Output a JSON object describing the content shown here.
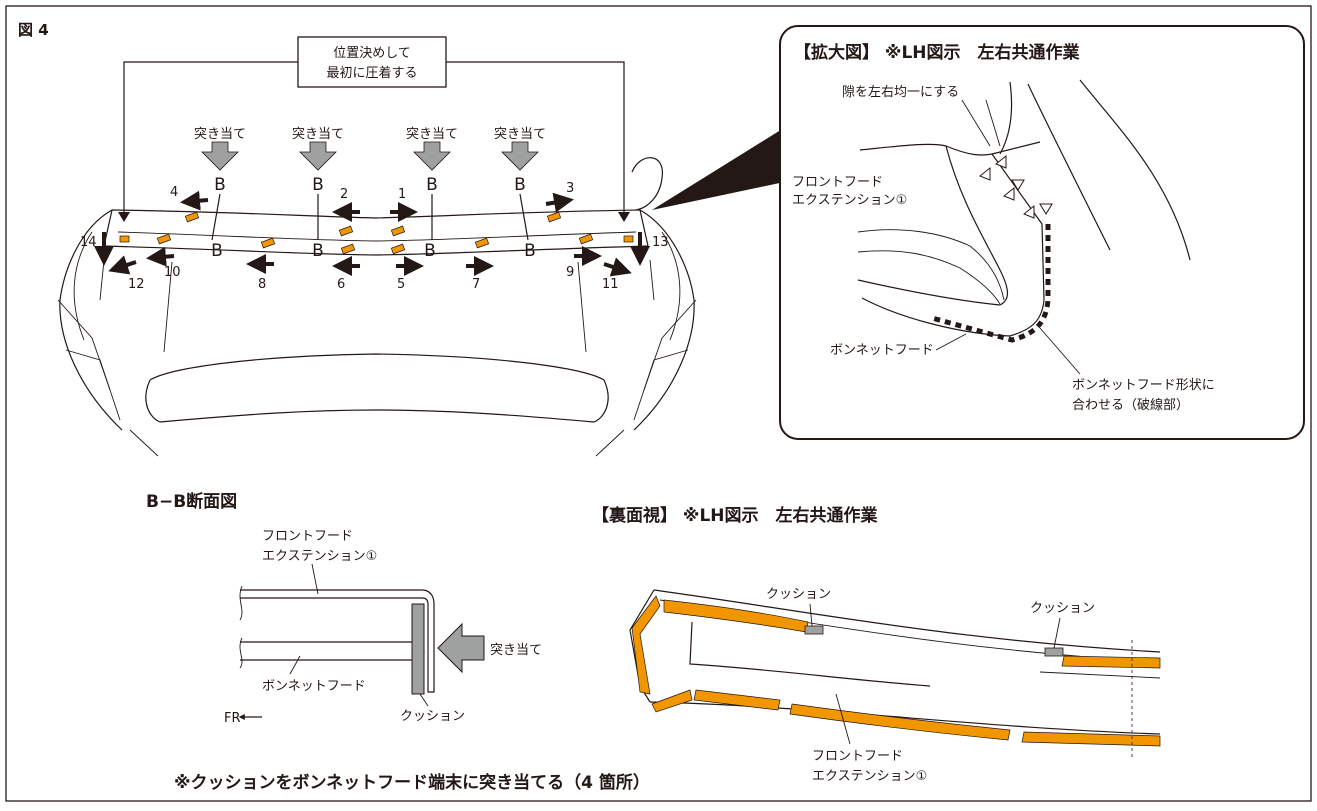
{
  "figure_label": "図 4",
  "callout": {
    "line1": "位置決めして",
    "line2": "最初に圧着する"
  },
  "push_label": "突き当て",
  "section_letter": "B",
  "arrow_numbers": [
    "1",
    "2",
    "3",
    "4",
    "5",
    "6",
    "7",
    "8",
    "9",
    "10",
    "11",
    "12",
    "13",
    "14"
  ],
  "zoom": {
    "title": "【拡大図】 ※LH図示　左右共通作業",
    "gap_note": "隙を左右均一にする",
    "part_line1": "フロントフード",
    "part_line2": "エクステンション①",
    "bonnet": "ボンネットフード",
    "match_line1": "ボンネットフード形状に",
    "match_line2": "合わせる（破線部）"
  },
  "section": {
    "title": "B−B断面図",
    "part_line1": "フロントフード",
    "part_line2": "エクステンション①",
    "bonnet": "ボンネットフード",
    "cushion": "クッション",
    "push": "突き当て",
    "fr": "FR"
  },
  "rear": {
    "title": "【裏面視】 ※LH図示　左右共通作業",
    "cushion_left": "クッション",
    "cushion_right": "クッション",
    "part_line1": "フロントフード",
    "part_line2": "エクステンション①"
  },
  "footnote": "※クッションをボンネットフード端末に突き当てる（4 箇所）",
  "colors": {
    "tape": "#f29600",
    "line": "#231815",
    "gray_arrow": "#9fa0a0"
  }
}
